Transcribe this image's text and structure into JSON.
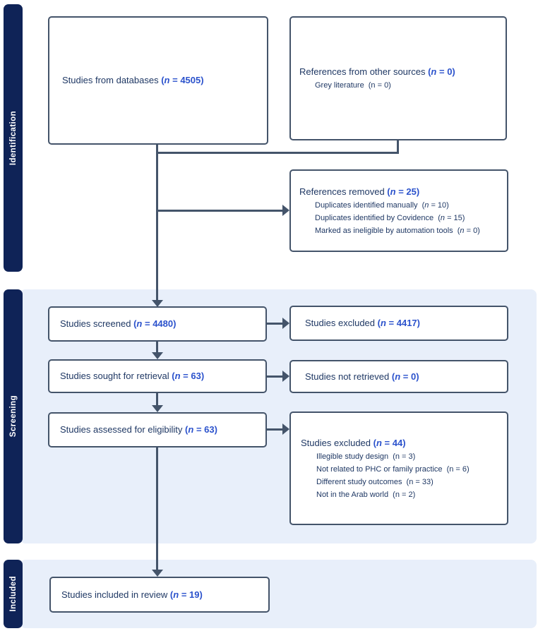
{
  "sidebar": {
    "identification": "Identification",
    "screening": "Screening",
    "included": "Included"
  },
  "boxes": {
    "databases": {
      "label": "Studies from databases ",
      "count": {
        "n": "(n = 4505)",
        "italic": true
      }
    },
    "other_sources": {
      "label": "References from other sources ",
      "count": {
        "n": "(n = 0)",
        "italic": true
      },
      "items": [
        {
          "text": "Grey literature ",
          "count": {
            "n": "(n = 0)",
            "italic": false
          }
        }
      ]
    },
    "removed": {
      "label": "References removed ",
      "count": {
        "n": "(n = 25)",
        "italic": true
      },
      "items": [
        {
          "text": "Duplicates identified manually ",
          "count": {
            "n": "(n = 10)",
            "italic": true
          }
        },
        {
          "text": "Duplicates identified by Covidence ",
          "count": {
            "n": "(n = 15)",
            "italic": true
          }
        },
        {
          "text": "Marked as ineligible by automation tools ",
          "count": {
            "n": "(n = 0)",
            "italic": true
          }
        }
      ]
    },
    "screened": {
      "label": "Studies screened ",
      "count": {
        "n": "(n = 4480)",
        "italic": true
      }
    },
    "excluded_screening": {
      "label": "Studies excluded ",
      "count": {
        "n": "(n = 4417)",
        "italic": true
      }
    },
    "sought": {
      "label": "Studies sought for retrieval ",
      "count": {
        "n": "(n = 63)",
        "italic": true
      }
    },
    "not_retrieved": {
      "label": "Studies not retrieved ",
      "count": {
        "n": "(n = 0)",
        "italic": true
      }
    },
    "assessed": {
      "label": "Studies assessed for eligibility ",
      "count": {
        "n": "(n = 63)",
        "italic": true
      }
    },
    "excluded_eligibility": {
      "label": "Studies excluded ",
      "count": {
        "n": "(n = 44)",
        "italic": true
      },
      "items": [
        {
          "text": "Illegible study design ",
          "count": {
            "n": "(n = 3)",
            "italic": false
          }
        },
        {
          "text": "Not related to PHC or family practice ",
          "count": {
            "n": "(n = 6)",
            "italic": false
          }
        },
        {
          "text": "Different study outcomes ",
          "count": {
            "n": "(n = 33)",
            "italic": false
          }
        },
        {
          "text": "Not in the Arab world ",
          "count": {
            "n": "(n = 2)",
            "italic": false
          }
        }
      ]
    },
    "included": {
      "label": "Studies included in review ",
      "count": {
        "n": "(n = 19)",
        "italic": true
      }
    }
  },
  "colors": {
    "navy_tab": "#0f2357",
    "panel_blue": "#e8effa",
    "line_slate": "#44546a",
    "text_navy": "#1f3864",
    "text_blue": "#2b52cc"
  }
}
